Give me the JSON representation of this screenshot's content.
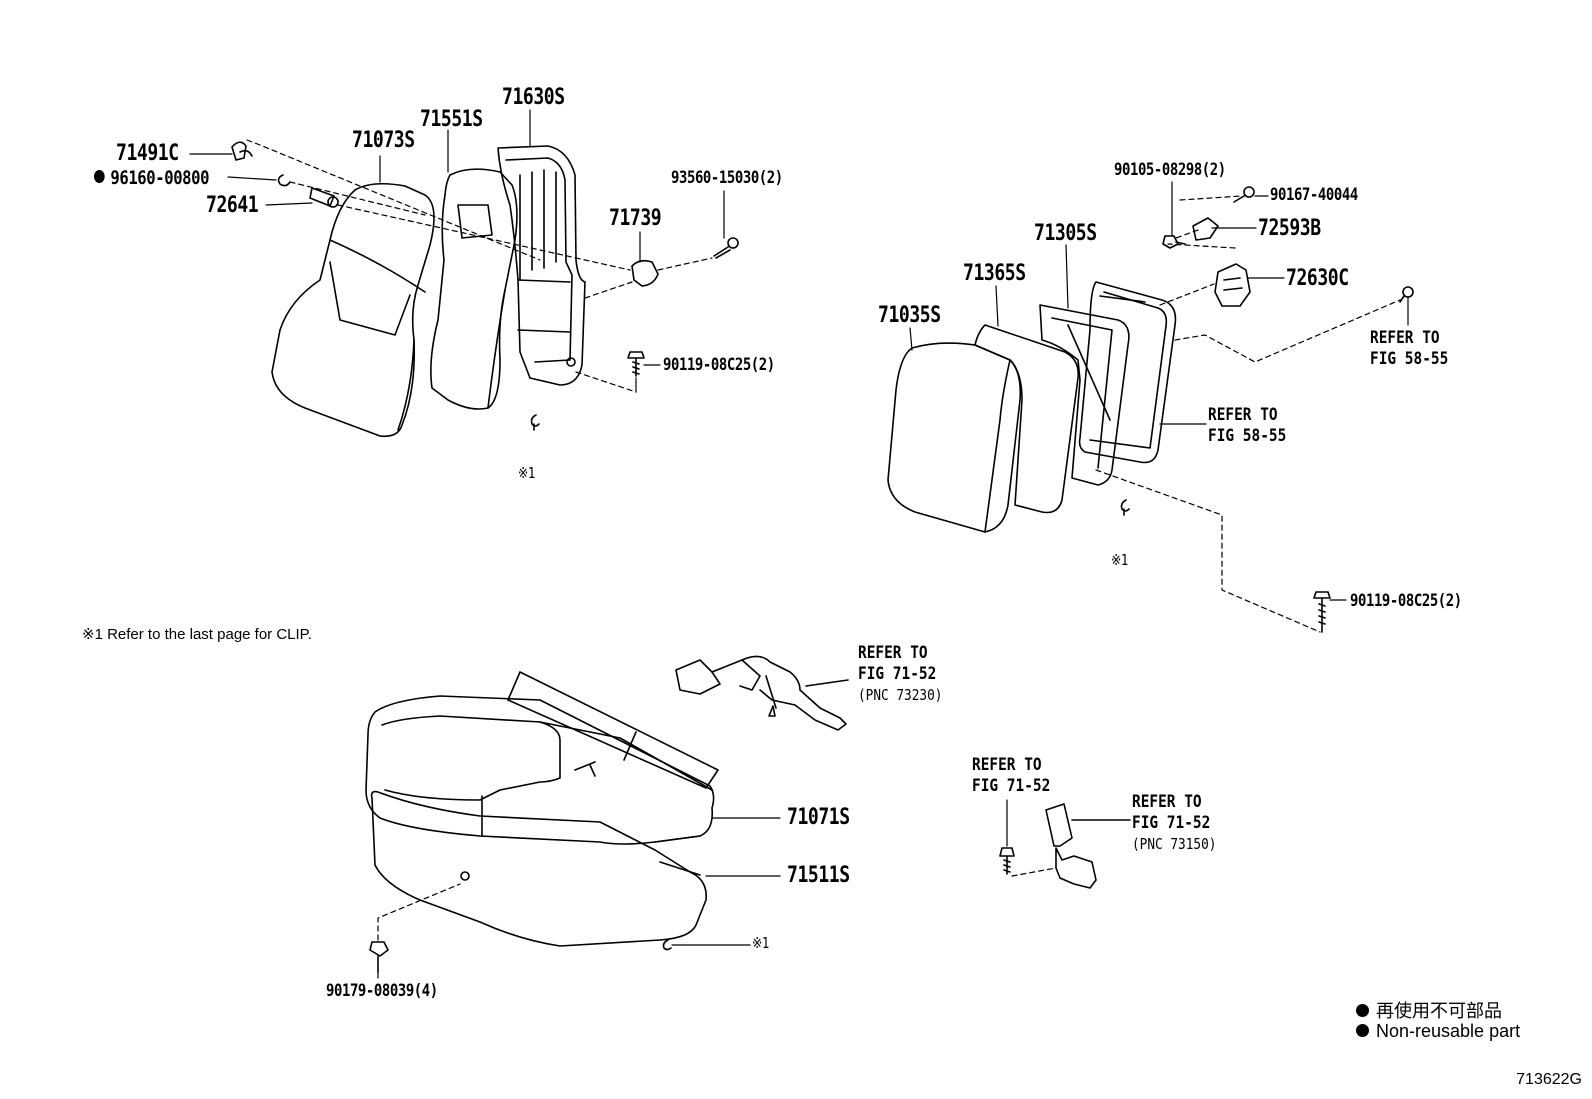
{
  "labels": {
    "p71491C": "71491C",
    "p9616000800": "96160-00800",
    "p72641": "72641",
    "p71073S": "71073S",
    "p71551S": "71551S",
    "p71630S": "71630S",
    "p71739": "71739",
    "p9356015030": "93560-15030(2)",
    "p9011908C25a": "90119-08C25(2)",
    "clip1": "※1",
    "p9010508298": "90105-08298(2)",
    "p9016740044": "90167-40044",
    "p72593B": "72593B",
    "p72630C": "72630C",
    "p71305S": "71305S",
    "p71365S": "71365S",
    "p71035S": "71035S",
    "clip2": "※1",
    "p9011908C25b": "90119-08C25(2)",
    "p71071S": "71071S",
    "p71511S": "71511S",
    "p9017908039": "90179-08039(4)",
    "clip3": "※1"
  },
  "refs": {
    "r1": {
      "line1": "REFER TO",
      "line2": "FIG 58-55"
    },
    "r2": {
      "line1": "REFER TO",
      "line2": "FIG 58-55"
    },
    "r3": {
      "line1": "REFER TO",
      "line2": "FIG 71-52",
      "line3": "(PNC 73230)"
    },
    "r4": {
      "line1": "REFER TO",
      "line2": "FIG 71-52"
    },
    "r5": {
      "line1": "REFER TO",
      "line2": "FIG 71-52",
      "line3": "(PNC 73150)"
    }
  },
  "note": "※1 Refer to the last page for CLIP.",
  "legend": {
    "line1": "再使用不可部品",
    "line2": "Non-reusable part"
  },
  "figure_id": "713622G"
}
